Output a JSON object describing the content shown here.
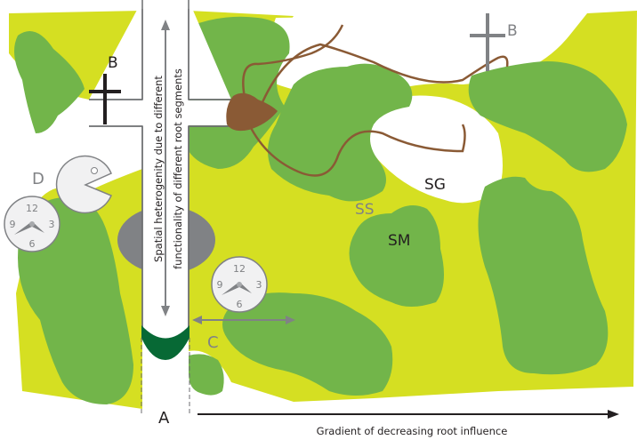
{
  "labels": {
    "a": "A",
    "b_left": "B",
    "b_right": "B",
    "c": "C",
    "d": "D",
    "sg": "SG",
    "ss": "SS",
    "sm": "SM"
  },
  "root_axis_label_line1": "Spatial heterogenity due to different",
  "root_axis_label_line2": "functionality of different root segments",
  "gradient_label": "Gradient of decreasing root influence",
  "clock_numbers": [
    "12",
    "3",
    "6",
    "9"
  ],
  "colors": {
    "yellow": "#d5df22",
    "green": "#72b54a",
    "dark_green": "#076935",
    "gray": "#808285",
    "brown": "#8a5a35"
  }
}
